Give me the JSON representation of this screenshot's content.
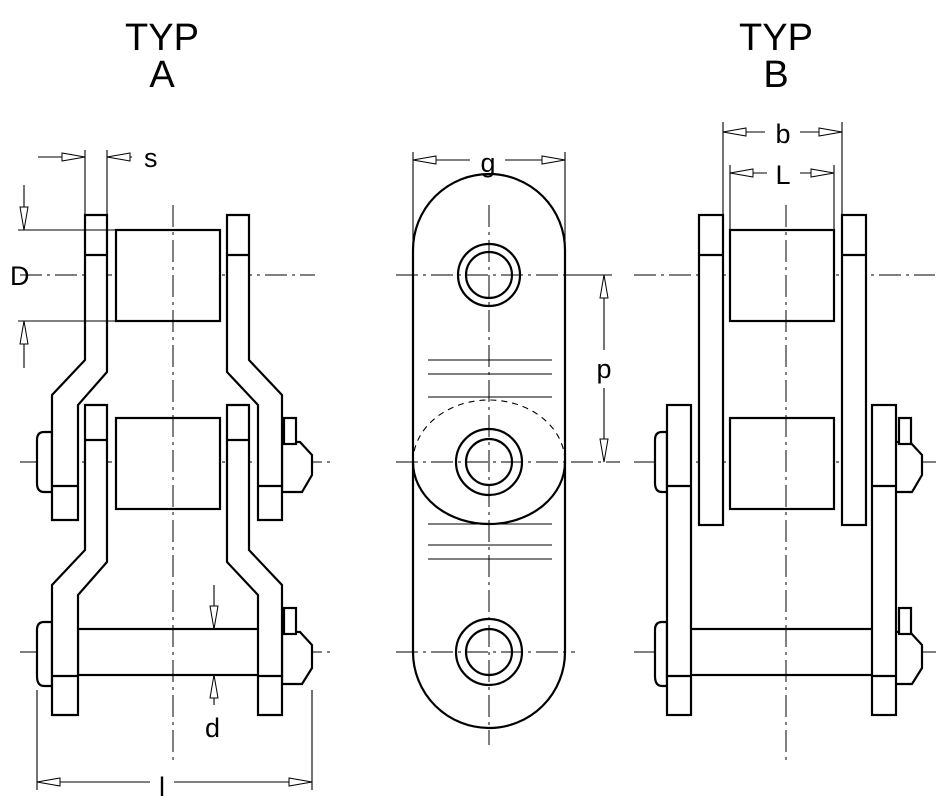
{
  "titles": {
    "type_a": {
      "line1": "TYP",
      "line2": "A"
    },
    "type_b": {
      "line1": "TYP",
      "line2": "B"
    }
  },
  "dimensions": {
    "s": "s",
    "D": "D",
    "d": "d",
    "l": "l",
    "g": "g",
    "p": "p",
    "b": "b",
    "L": "L"
  }
}
